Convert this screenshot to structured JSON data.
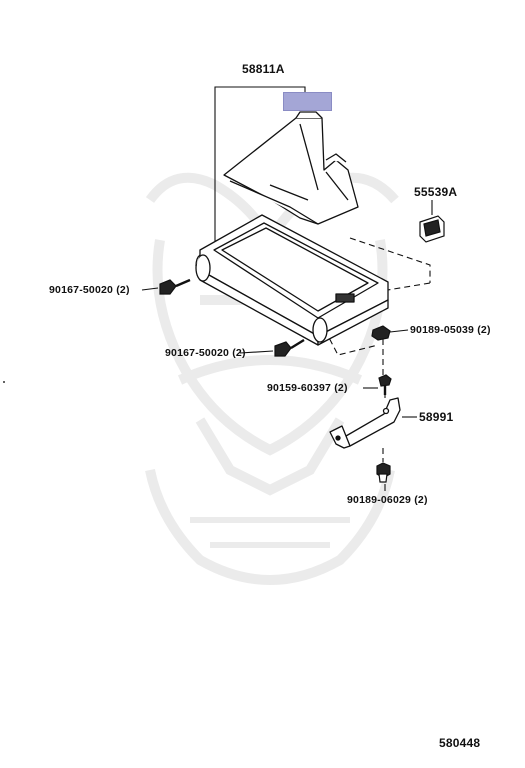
{
  "labels": {
    "p58811A": "58811A",
    "p55539A": "55539A",
    "p90167_a": "90167-50020 (2)",
    "p90167_b": "90167-50020 (2)",
    "p90189_05039": "90189-05039 (2)",
    "p90159": "90159-60397 (2)",
    "p58991": "58991",
    "p90189_06029": "90189-06029 (2)",
    "diagram_code": "580448"
  },
  "highlight_color": "#a4a6d6",
  "watermark": "samurai-helmet-logo"
}
